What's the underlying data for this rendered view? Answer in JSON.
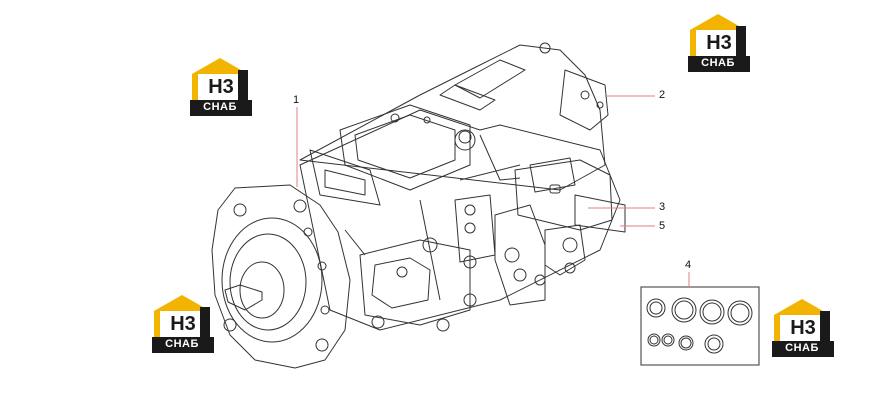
{
  "diagram": {
    "callouts": [
      {
        "id": "1",
        "label": "1"
      },
      {
        "id": "2",
        "label": "2"
      },
      {
        "id": "3",
        "label": "3"
      },
      {
        "id": "4",
        "label": "4"
      },
      {
        "id": "5",
        "label": "5"
      }
    ],
    "logos": [
      {
        "mono": "H3",
        "text": "СНАБ"
      },
      {
        "mono": "H3",
        "text": "СНАБ"
      },
      {
        "mono": "H3",
        "text": "СНАБ"
      },
      {
        "mono": "H3",
        "text": "СНАБ"
      }
    ],
    "colors": {
      "logo_yellow": "#f2b400",
      "logo_dark": "#1a1a1a",
      "leader_line": "#e08080",
      "drawing_line": "#333333"
    }
  }
}
